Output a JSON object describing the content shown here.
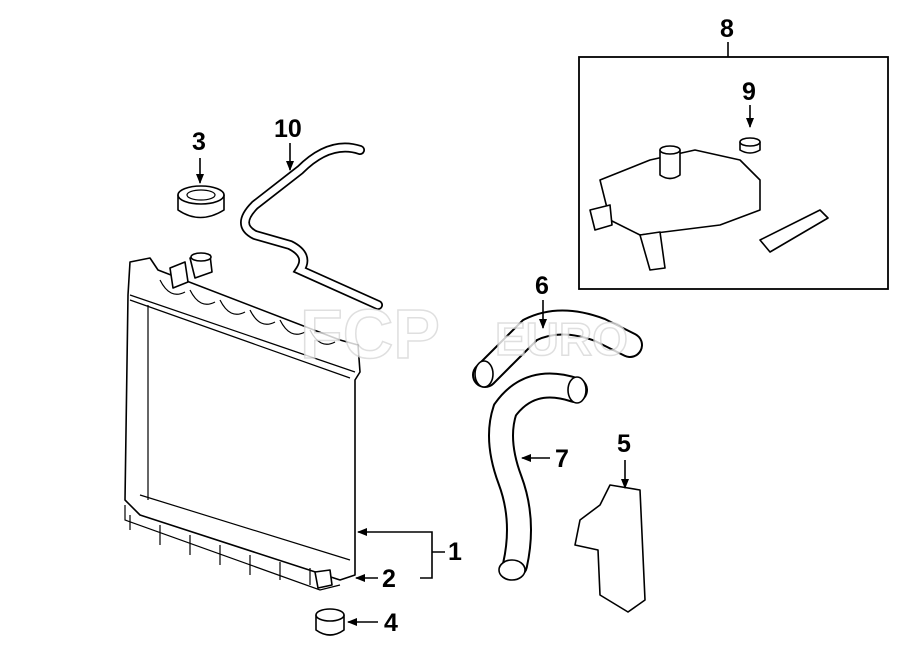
{
  "diagram": {
    "callouts": {
      "c1": "1",
      "c2": "2",
      "c3": "3",
      "c4": "4",
      "c5": "5",
      "c6": "6",
      "c7": "7",
      "c8": "8",
      "c9": "9",
      "c10": "10"
    },
    "watermark": "FCP EURO"
  }
}
